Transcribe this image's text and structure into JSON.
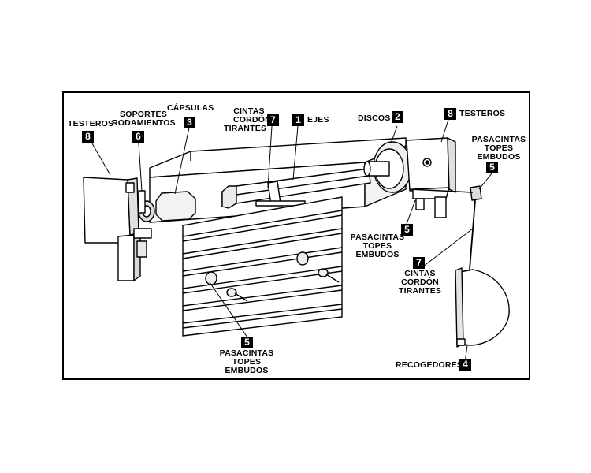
{
  "callouts": [
    {
      "id": "testeros-left",
      "text": "TESTEROS",
      "number": "8"
    },
    {
      "id": "soportes",
      "text": "SOPORTES RODAMIENTOS",
      "line1": "SOPORTES",
      "line2": "RODAMIENTOS",
      "number": "6"
    },
    {
      "id": "capsulas",
      "text": "CÁPSULAS",
      "number": "3"
    },
    {
      "id": "cintas-top",
      "line1": "CINTAS",
      "line2": "CORDÓN",
      "line3": "TIRANTES",
      "number": "7"
    },
    {
      "id": "ejes",
      "text": "EJES",
      "number": "1"
    },
    {
      "id": "discos",
      "text": "DISCOS",
      "number": "2"
    },
    {
      "id": "testeros-right",
      "text": "TESTEROS",
      "number": "8"
    },
    {
      "id": "pasacintas-right",
      "line1": "PASACINTAS",
      "line2": "TOPES",
      "line3": "EMBUDOS",
      "number": "5"
    },
    {
      "id": "pasacintas-mid",
      "line1": "PASACINTAS",
      "line2": "TOPES",
      "line3": "EMBUDOS",
      "number": "5"
    },
    {
      "id": "cintas-right",
      "line1": "CINTAS",
      "line2": "CORDÓN",
      "line3": "TIRANTES",
      "number": "7"
    },
    {
      "id": "pasacintas-bottom",
      "line1": "PASACINTAS",
      "line2": "TOPES",
      "line3": "EMBUDOS",
      "number": "5"
    },
    {
      "id": "recogedores",
      "text": "RECOGEDORES",
      "number": "4"
    }
  ]
}
